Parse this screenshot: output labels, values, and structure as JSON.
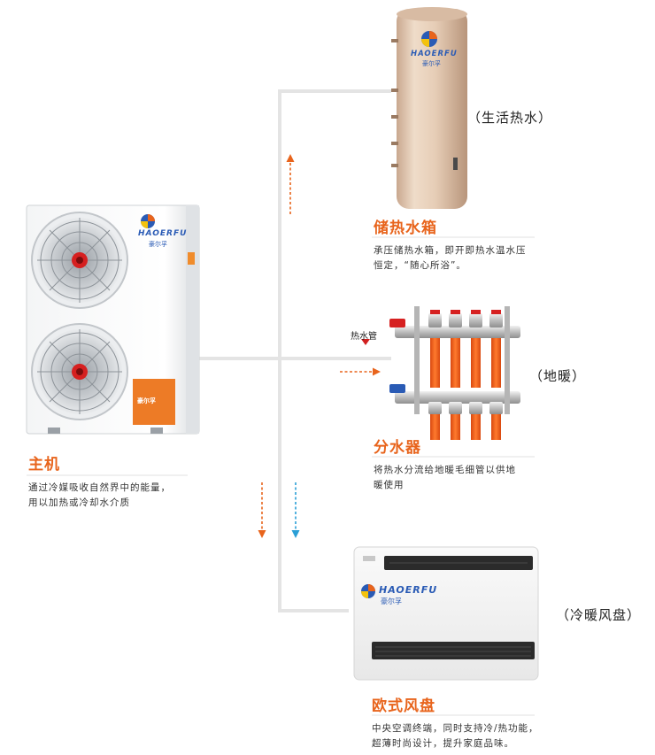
{
  "brand": {
    "name": "HAOERFU",
    "cn": "豪尔孚"
  },
  "colors": {
    "accent": "#e8641c",
    "pipe": "#e6e6e6",
    "arrow_hot": "#e8641c",
    "arrow_cold": "#2a9fd6"
  },
  "host": {
    "title": "主机",
    "desc_lines": [
      "通过冷媒吸收自然界中的能量，",
      "用以加热或冷却水介质"
    ],
    "badge": "豪尔孚"
  },
  "tank": {
    "title": "储热水箱",
    "caption": "（生活热水）",
    "desc_lines": [
      "承压储热水箱，即开即热水温水压",
      "恒定，“随心所浴”。"
    ]
  },
  "manifold": {
    "title": "分水器",
    "caption": "（地暖）",
    "pipe_label": "热水管",
    "desc_lines": [
      "将热水分流给地暖毛细管以供地",
      "暖使用"
    ]
  },
  "fancoil": {
    "title": "欧式风盘",
    "caption": "（冷暖风盘）",
    "desc_lines": [
      "中央空调终端，同时支持冷/热功能，",
      "超薄时尚设计，提升家庭品味。"
    ]
  }
}
